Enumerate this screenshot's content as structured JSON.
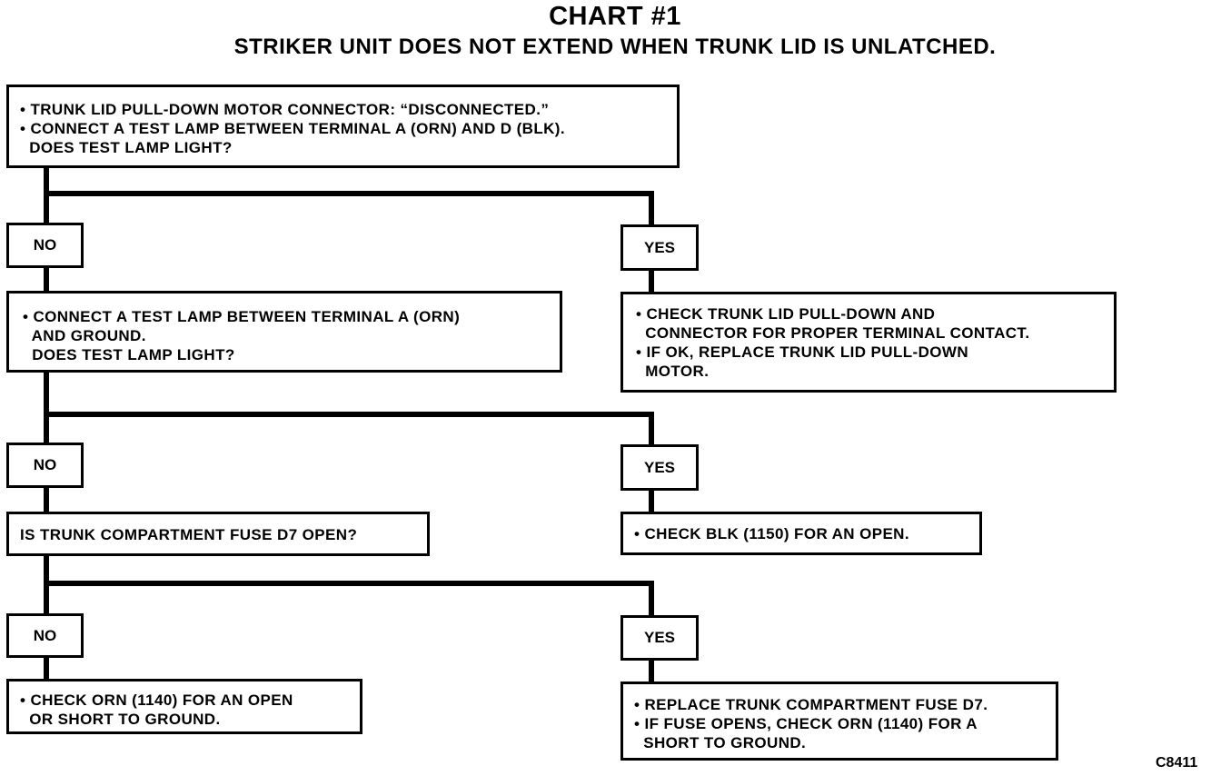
{
  "title": "CHART #1",
  "subtitle": "STRIKER UNIT DOES NOT EXTEND WHEN TRUNK LID IS UNLATCHED.",
  "figure_code": "C8411",
  "steps": {
    "step1": [
      "• TRUNK LID PULL-DOWN MOTOR CONNECTOR: “DISCONNECTED.”",
      "• CONNECT A TEST LAMP BETWEEN TERMINAL A (ORN) AND D (BLK).",
      "  DOES TEST LAMP LIGHT?"
    ],
    "step2_no": [
      "• CONNECT A TEST LAMP BETWEEN TERMINAL A (ORN)",
      "  AND GROUND.",
      "  DOES TEST LAMP LIGHT?"
    ],
    "step2_yes": [
      "• CHECK TRUNK LID PULL-DOWN AND",
      "  CONNECTOR FOR PROPER TERMINAL CONTACT.",
      "• IF OK, REPLACE TRUNK LID PULL-DOWN",
      "  MOTOR."
    ],
    "step3_no": [
      "IS TRUNK COMPARTMENT FUSE D7 OPEN?"
    ],
    "step3_yes": [
      "• CHECK BLK (1150) FOR AN OPEN."
    ],
    "step4_no": [
      "• CHECK ORN (1140) FOR AN OPEN",
      "  OR SHORT TO GROUND."
    ],
    "step4_yes": [
      "• REPLACE TRUNK COMPARTMENT FUSE D7.",
      "• IF FUSE OPENS, CHECK ORN (1140) FOR A",
      "  SHORT TO GROUND."
    ]
  },
  "labels": {
    "no": "NO",
    "yes": "YES"
  }
}
